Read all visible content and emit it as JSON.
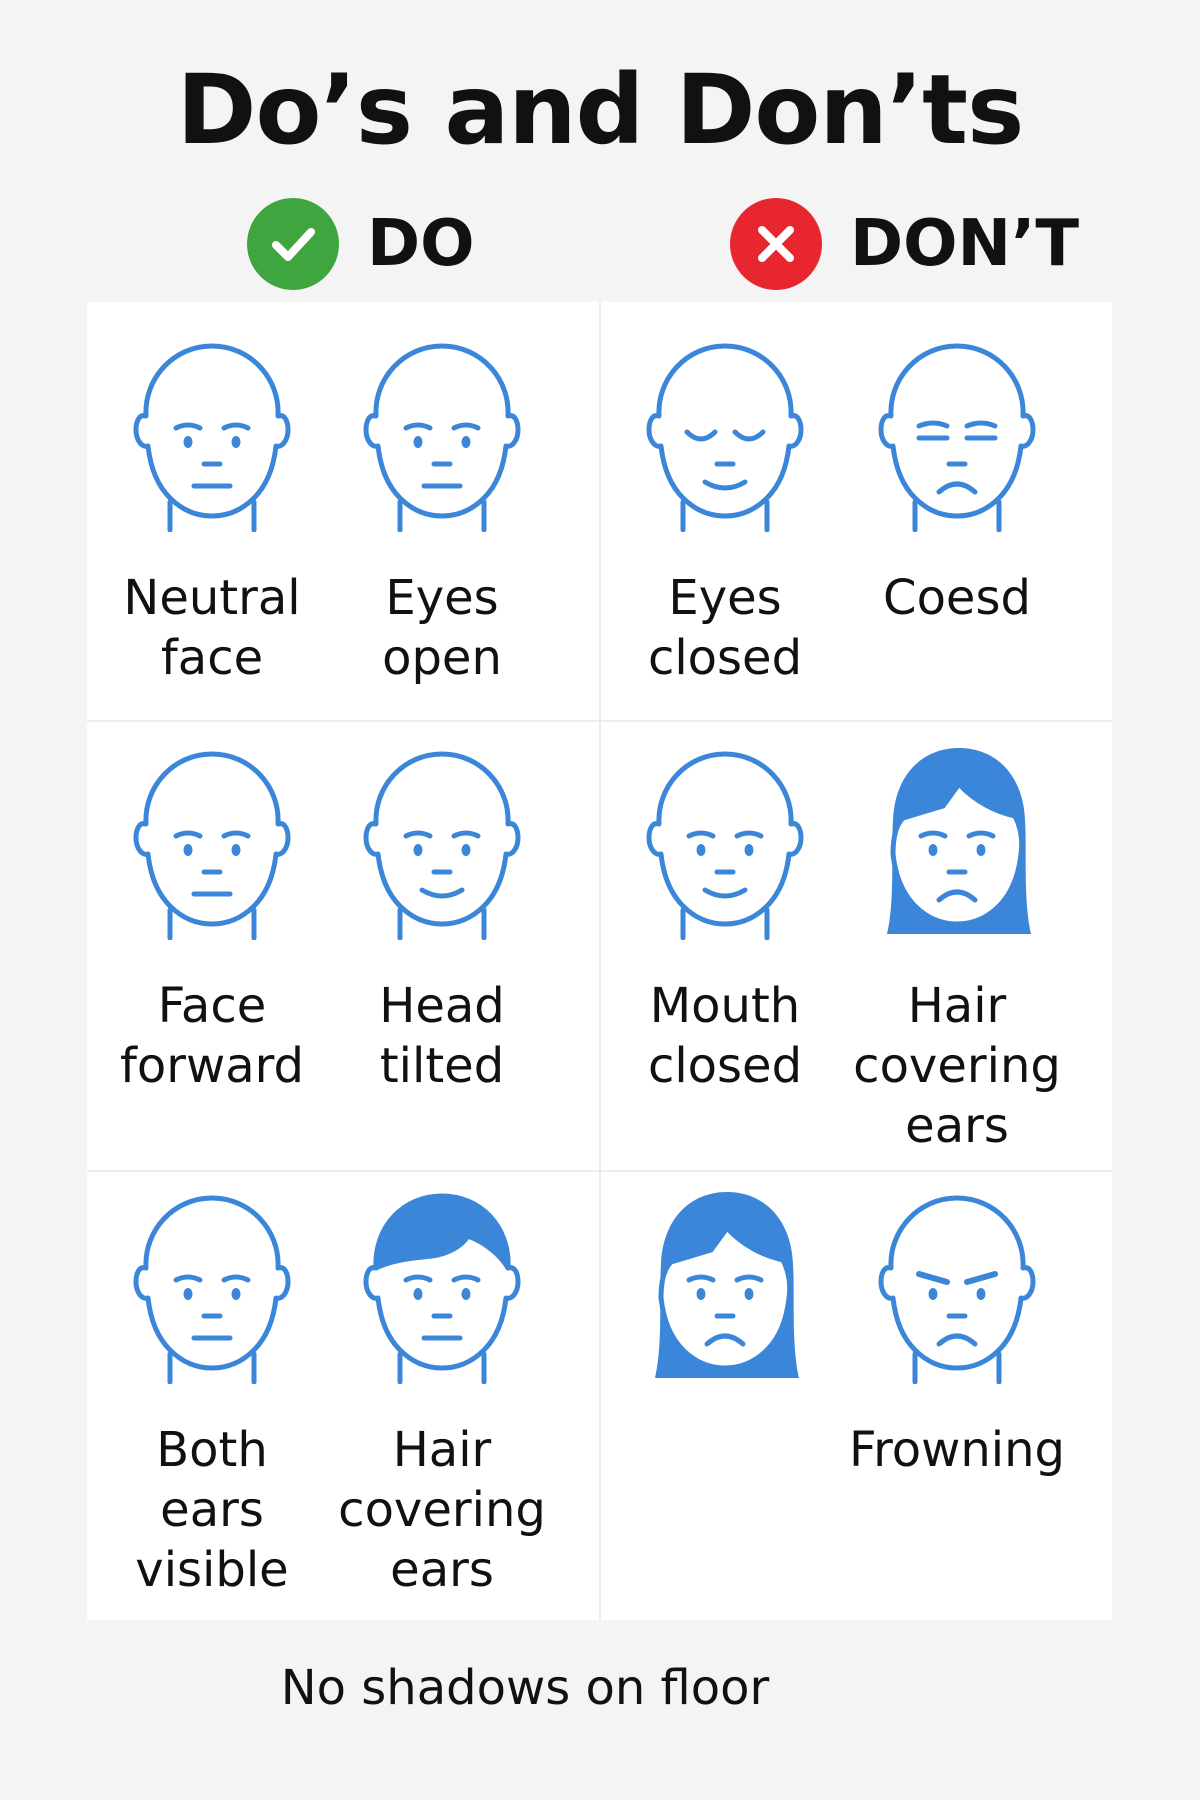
{
  "title": "Do’s and Don’ts",
  "headers": {
    "do": "DO",
    "dont": "DON’T"
  },
  "colors": {
    "accent": "#3b86d8",
    "do_badge": "#3fa53f",
    "dont_badge": "#e8262f"
  },
  "cells": [
    {
      "label": "Neutral\nface",
      "icon": "neutral-face-icon"
    },
    {
      "label": "Eyes\nopen",
      "icon": "neutral-face-icon"
    },
    {
      "label": "Eyes\nclosed",
      "icon": "closed-eyes-smile-face-icon"
    },
    {
      "label": "Coesd",
      "icon": "closed-eyes-frown-face-icon"
    },
    {
      "label": "Face\nforward",
      "icon": "neutral-face-icon"
    },
    {
      "label": "Head\ntilted",
      "icon": "smiling-face-icon"
    },
    {
      "label": "Mouth\nclosed",
      "icon": "smiling-face-icon"
    },
    {
      "label": "Hair\ncovering\nears",
      "icon": "long-hair-frown-face-icon"
    },
    {
      "label": "Both\nears\nvisible",
      "icon": "neutral-face-icon"
    },
    {
      "label": "Hair\ncovering\nears",
      "icon": "short-hair-face-icon"
    },
    {
      "label": "",
      "icon": "long-hair-frown-face-icon"
    },
    {
      "label": "Frowning",
      "icon": "angry-frown-face-icon"
    }
  ],
  "footer": "No shadows on floor"
}
